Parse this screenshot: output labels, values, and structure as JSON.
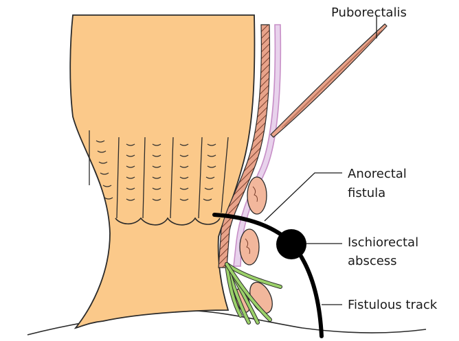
{
  "labels": {
    "puborectalis": "Puborectalis",
    "anorectal_fistula_line1": "Anorectal",
    "anorectal_fistula_line2": "fistula",
    "ischiorectal_abscess_line1": "Ischiorectal",
    "ischiorectal_abscess_line2": "abscess",
    "fistulous_track": "Fistulous track"
  },
  "colors": {
    "canal_fill": "#FBC98A",
    "canal_stroke": "#2a2a2a",
    "muscle_fill": "#E8A38A",
    "lining_purple": "#C78FC7",
    "fat_fill": "#F2B79C",
    "vessel_green": "#9BD16A",
    "track_black": "#000000"
  }
}
